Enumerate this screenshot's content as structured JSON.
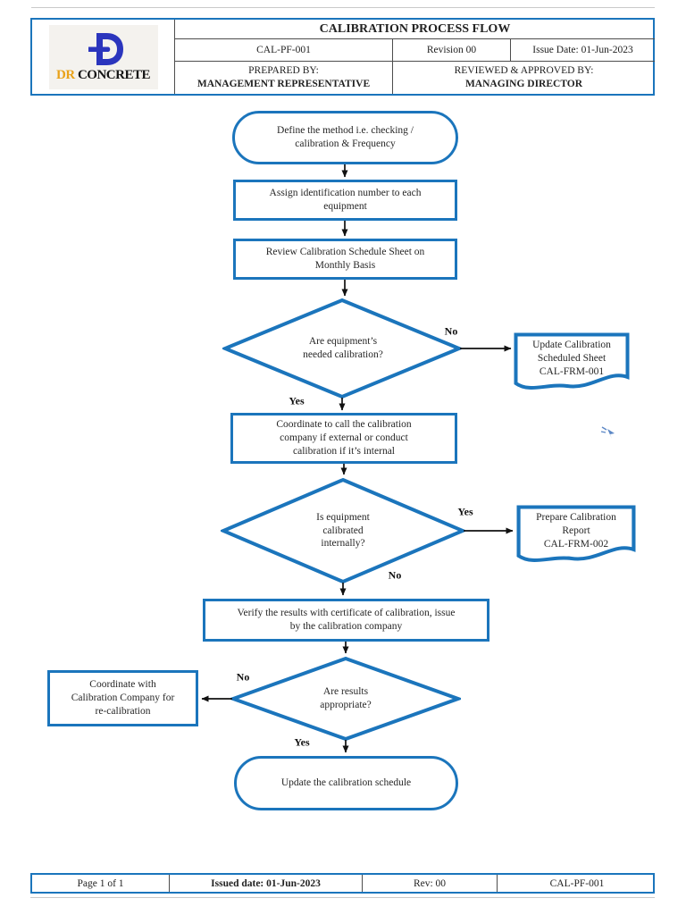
{
  "header": {
    "logo": {
      "dr": "DR",
      "concrete": "CONCRETE"
    },
    "title": "CALIBRATION PROCESS FLOW",
    "doc_code": "CAL-PF-001",
    "revision": "Revision 00",
    "issue_date": "Issue Date: 01-Jun-2023",
    "prepared_by_label": "PREPARED BY:",
    "prepared_by_value": "MANAGEMENT REPRESENTATIVE",
    "approved_by_label": "REVIEWED & APPROVED BY:",
    "approved_by_value": "MANAGING DIRECTOR"
  },
  "flow": {
    "start": "Define the method i.e. checking /\ncalibration & Frequency",
    "assign": "Assign identification number to each\nequipment",
    "review": "Review Calibration Schedule Sheet on\nMonthly Basis",
    "decision_calibration_needed": "Are equipment’s\nneeded calibration?",
    "doc_update_sheet": "Update Calibration\nScheduled Sheet\nCAL-FRM-001",
    "coordinate_call": "Coordinate to call the calibration\ncompany if external or conduct\ncalibration if it’s internal",
    "decision_internal": "Is equipment\ncalibrated\ninternally?",
    "doc_prepare_report": "Prepare Calibration\nReport\nCAL-FRM-002",
    "verify_results": "Verify the results with certificate of calibration, issue\nby the calibration company",
    "decision_results": "Are results\nappropriate?",
    "recalibrate": "Coordinate with\nCalibration Company for\nre-calibration",
    "end": "Update the calibration schedule",
    "yes": "Yes",
    "no": "No"
  },
  "footer": {
    "page": "Page 1 of 1",
    "issued_date": "Issued date: 01-Jun-2023",
    "revision": "Rev: 00",
    "doc_code": "CAL-PF-001"
  },
  "colors": {
    "shape_blue": "#1b75bc",
    "brand_blue": "#2b35bd",
    "brand_gold": "#e9a21a",
    "arrow": "#111111"
  }
}
